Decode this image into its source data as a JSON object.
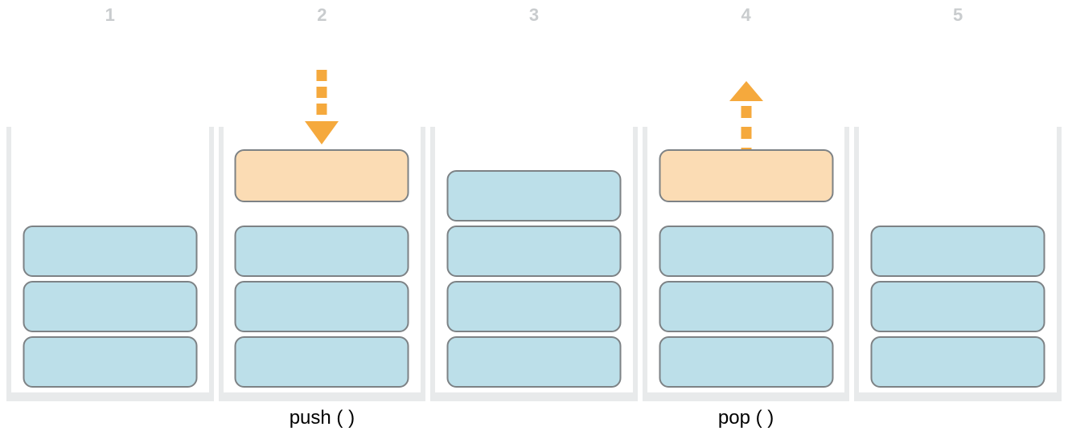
{
  "diagram": {
    "subject": "stack data structure push and pop operations"
  },
  "columns": [
    {
      "number": "1",
      "stacked_blocks": 3,
      "floating_block": false,
      "operation": null
    },
    {
      "number": "2",
      "stacked_blocks": 3,
      "floating_block": true,
      "operation": "push"
    },
    {
      "number": "3",
      "stacked_blocks": 4,
      "floating_block": false,
      "operation": null
    },
    {
      "number": "4",
      "stacked_blocks": 3,
      "floating_block": true,
      "operation": "pop"
    },
    {
      "number": "5",
      "stacked_blocks": 3,
      "floating_block": false,
      "operation": null
    }
  ],
  "operations": {
    "push": {
      "label": "push ( )",
      "column": "2",
      "icon": "arrow-down-icon"
    },
    "pop": {
      "label": "pop ( )",
      "column": "4",
      "icon": "arrow-up-icon"
    }
  },
  "colors": {
    "background": "#ffffff",
    "block_fill": "#bcdfe9",
    "block_border": "#7d8285",
    "active_block_fill": "#fbdcb4",
    "arrow": "#f5a93d",
    "container": "#e8eaeb",
    "column_number": "#c9ccce",
    "label_text": "#000000"
  }
}
